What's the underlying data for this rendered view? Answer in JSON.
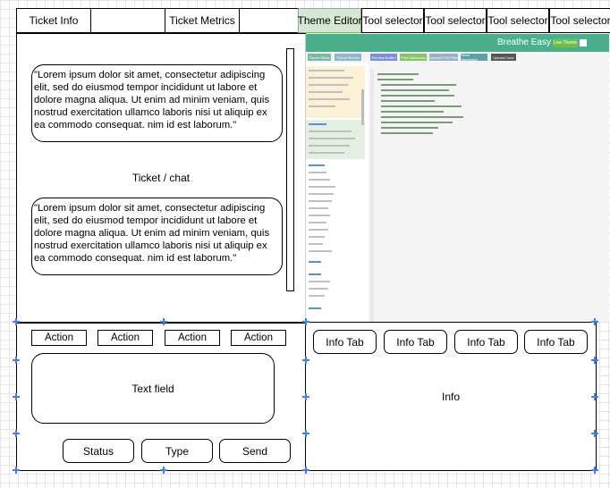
{
  "tabs": [
    {
      "label": "Ticket Info"
    },
    {
      "label": ""
    },
    {
      "label": "Ticket Metrics"
    },
    {
      "label": ""
    },
    {
      "label": "Theme Editor"
    },
    {
      "label": "Tool selector"
    },
    {
      "label": "Tool selector"
    },
    {
      "label": "Tool selector"
    },
    {
      "label": "Tool selector"
    }
  ],
  "chat": {
    "title": "Ticket / chat",
    "messages": [
      {
        "text": "\"Lorem ipsum dolor sit amet, consectetur adipiscing elit, sed do eiusmod tempor incididunt ut labore et dolore magna aliqua. Ut enim ad minim veniam, quis nostrud exercitation ullamco laboris nisi ut aliquip ex ea commodo consequat. nim id est laborum.\""
      },
      {
        "text": "\"Lorem ipsum dolor sit amet, consectetur adipiscing elit, sed do eiusmod tempor incididunt ut labore et dolore magna aliqua. Ut enim ad minim veniam, quis nostrud exercitation ullamco laboris nisi ut aliquip ex ea commodo consequat. nim id est laborum.\""
      }
    ]
  },
  "actions": [
    {
      "label": "Action"
    },
    {
      "label": "Action"
    },
    {
      "label": "Action"
    },
    {
      "label": "Action"
    }
  ],
  "composer": {
    "text_field_label": "Text field",
    "status_label": "Status",
    "type_label": "Type",
    "send_label": "Send"
  },
  "info": {
    "tabs": [
      {
        "label": "Info Tab"
      },
      {
        "label": "Info Tab"
      },
      {
        "label": "Info Tab"
      },
      {
        "label": "Info Tab"
      }
    ],
    "content_label": "Info"
  },
  "theme_editor_preview": {
    "app_title": "Breathe Easy",
    "theme_button": "Live Theme",
    "toolbar": [
      "Theme Slider",
      "Theme Builder",
      "Preview Button",
      "Print Addresses",
      "Upload CSS Files",
      "Show Navigation",
      "Upload Color"
    ]
  },
  "colors": {
    "active_tab_fill": "#d5e8d4",
    "active_tab_border": "#82b366",
    "selection_handle": "#3d7eff",
    "preview_header": "#4caf8c"
  }
}
